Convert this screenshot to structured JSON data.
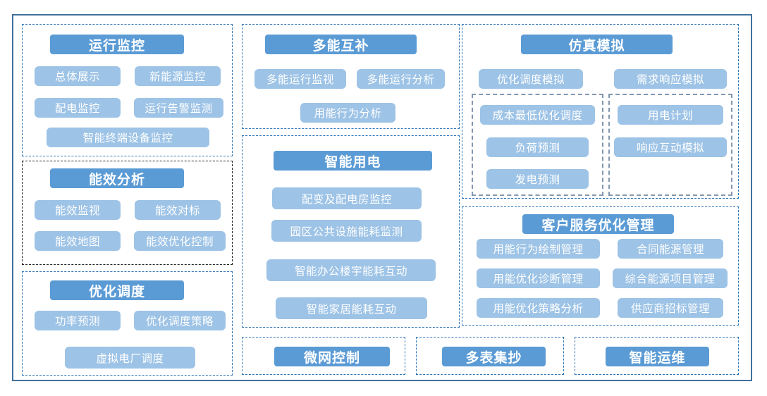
{
  "colors": {
    "header_bg": "#5B9BD5",
    "item_bg": "#9DC3E6",
    "section_border_blue": "#2E75B6",
    "section_border_black": "#1F1F1F",
    "subgroup_border_gray": "#8497B0",
    "outer_frame_border": "#41719C"
  },
  "boxes": {
    "operation_monitoring": {
      "title": "运行监控",
      "items": [
        "总体展示",
        "新能源监控",
        "配电监控",
        "运行告警监测",
        "智能终端设备监控"
      ]
    },
    "energy_efficiency": {
      "title": "能效分析",
      "items": [
        "能效监视",
        "能效对标",
        "能效地图",
        "能效优化控制"
      ]
    },
    "optimal_dispatch": {
      "title": "优化调度",
      "items": [
        "功率预测",
        "优化调度策略",
        "虚拟电厂调度"
      ]
    },
    "multi_energy": {
      "title": "多能互补",
      "items": [
        "多能运行监视",
        "多能运行分析",
        "用能行为分析"
      ]
    },
    "smart_power": {
      "title": "智能用电",
      "items": [
        "配变及配电房监控",
        "园区公共设施能耗监测",
        "智能办公楼宇能耗互动",
        "智能家居能耗互动"
      ]
    },
    "simulation": {
      "title": "仿真模拟",
      "items": [
        "优化调度模拟",
        "需求响应模拟"
      ],
      "sub_left": {
        "items": [
          "成本最低优化调度",
          "负荷预测",
          "发电预测"
        ]
      },
      "sub_right": {
        "items": [
          "用电计划",
          "响应互动模拟"
        ]
      }
    },
    "customer_service": {
      "title": "客户服务优化管理",
      "left_items": [
        "用能行为绘制管理",
        "用能优化诊断管理",
        "用能优化策略分析"
      ],
      "right_items": [
        "合同能源管理",
        "综合能源项目管理",
        "供应商招标管理"
      ]
    },
    "microgrid": {
      "title": "微网控制"
    },
    "multi_meter": {
      "title": "多表集抄"
    },
    "smart_om": {
      "title": "智能运维"
    }
  }
}
